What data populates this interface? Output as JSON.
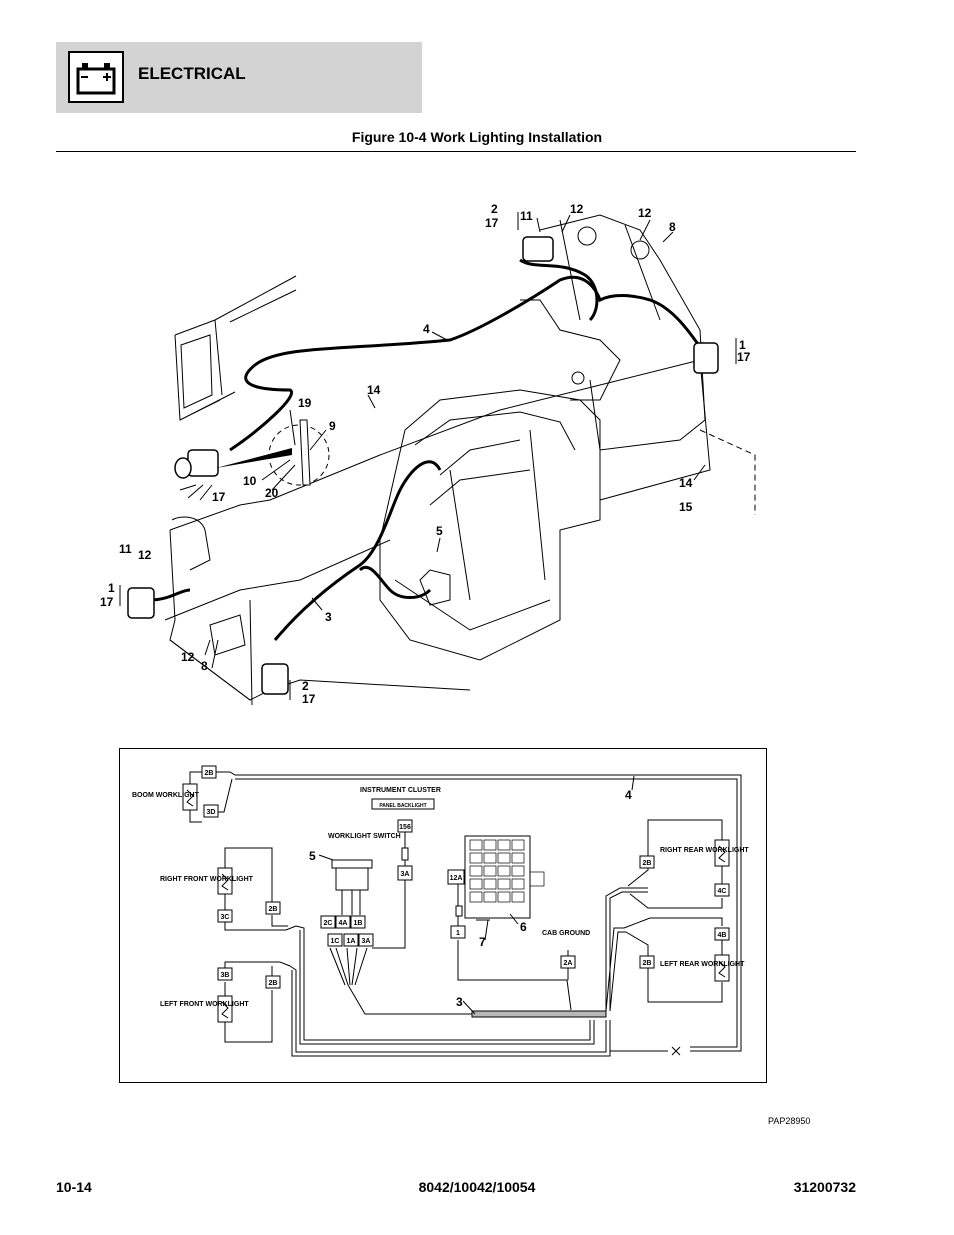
{
  "header": {
    "section": "ELECTRICAL"
  },
  "figure": {
    "title": "Figure 10-4 Work Lighting Installation",
    "code": "PAP28950"
  },
  "callouts": {
    "c1": "1",
    "c2": "2",
    "c3": "3",
    "c4": "4",
    "c5": "5",
    "c8": "8",
    "c9": "9",
    "c10": "10",
    "c11": "11",
    "c12": "12",
    "c14": "14",
    "c15": "15",
    "c17": "17",
    "c19": "19",
    "c20": "20"
  },
  "schematic": {
    "boom_worklight": "BOOM WORKLIGHT",
    "right_front_worklight": "RIGHT FRONT WORKLIGHT",
    "left_front_worklight": "LEFT FRONT WORKLIGHT",
    "right_rear_worklight": "RIGHT REAR WORKLIGHT",
    "left_rear_worklight": "LEFT REAR WORKLIGHT",
    "instrument_cluster": "INSTRUMENT CLUSTER",
    "panel_backlight": "PANEL BACKLIGHT",
    "worklight_switch": "WORKLIGHT SWITCH",
    "cab_ground": "CAB GROUND",
    "connectors": {
      "c2b": "2B",
      "c3d": "3D",
      "c3c": "3C",
      "c3b": "3B",
      "c156": "156",
      "c3a": "3A",
      "c2c": "2C",
      "c4a": "4A",
      "c1b": "1B",
      "c1c": "1C",
      "c1a": "1A",
      "c12a": "12A",
      "c1": "1",
      "c2a": "2A",
      "c4c": "4C",
      "c4b": "4B"
    }
  },
  "footer": {
    "page": "10-14",
    "models": "8042/10042/10054",
    "doc": "31200732"
  }
}
